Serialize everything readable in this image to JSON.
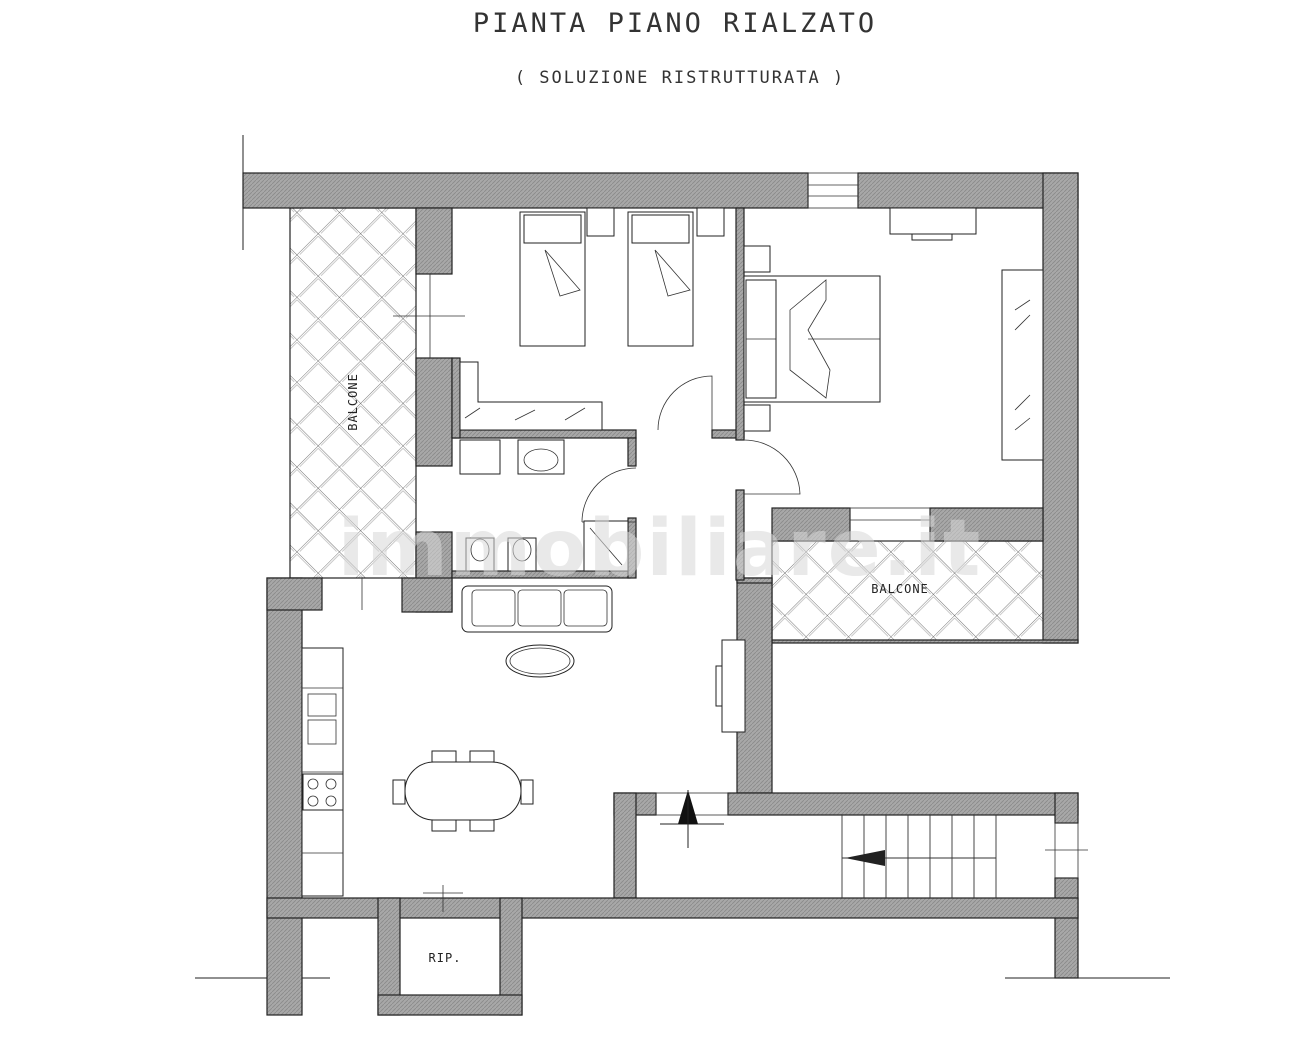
{
  "header": {
    "title": "PIANTA PIANO RIALZATO",
    "subtitle": "( SOLUZIONE RISTRUTTURATA )"
  },
  "rooms": {
    "balcony_left": "BALCONE",
    "balcony_right": "BALCONE",
    "storage": "RIP."
  },
  "watermark": "immobiliare.it"
}
